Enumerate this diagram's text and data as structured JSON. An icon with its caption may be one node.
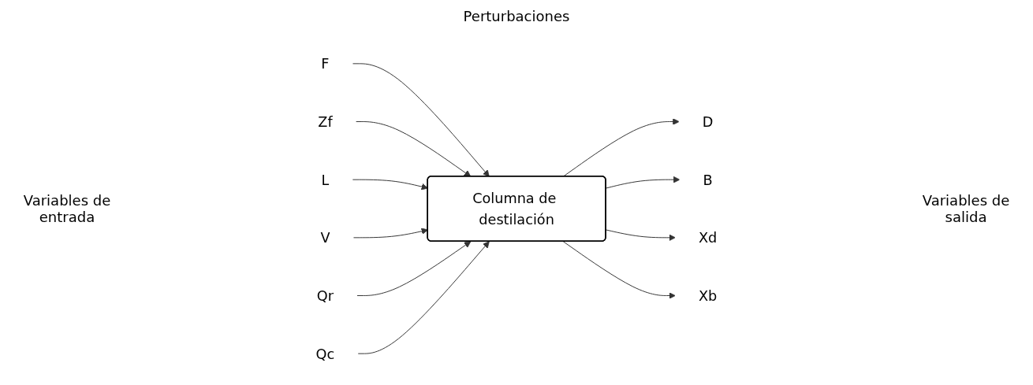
{
  "diagram": {
    "nodes": [
      {
        "text": [
          "F"
        ]
      },
      {
        "text": [
          "Zf"
        ]
      },
      {
        "text": [
          "Columna de destilación"
        ]
      },
      {
        "text": [
          "L"
        ]
      },
      {
        "text": [
          "V"
        ]
      },
      {
        "text": [
          "Qr"
        ]
      },
      {
        "text": [
          "Qc"
        ]
      },
      {
        "text": [
          "D"
        ]
      },
      {
        "text": [
          "B"
        ]
      },
      {
        "text": [
          "Xd"
        ]
      },
      {
        "text": [
          "Xb"
        ]
      }
    ],
    "edges": [
      {
        "from": 0,
        "to": 2,
        "arrow": "to"
      },
      {
        "from": 1,
        "to": 2,
        "arrow": "to"
      },
      {
        "from": 3,
        "to": 2,
        "arrow": "to"
      },
      {
        "from": 4,
        "to": 2,
        "arrow": "to"
      },
      {
        "from": 5,
        "to": 2,
        "arrow": "to"
      },
      {
        "from": 6,
        "to": 2,
        "arrow": "to"
      },
      {
        "from": 2,
        "to": 7,
        "arrow": "to"
      },
      {
        "from": 2,
        "to": 8,
        "arrow": "to"
      },
      {
        "from": 2,
        "to": 9,
        "arrow": "to"
      },
      {
        "from": 2,
        "to": 10,
        "arrow": "to"
      }
    ],
    "labels": [
      "Perturbaciones",
      "Variables de entrada",
      "Variables de salida"
    ]
  }
}
